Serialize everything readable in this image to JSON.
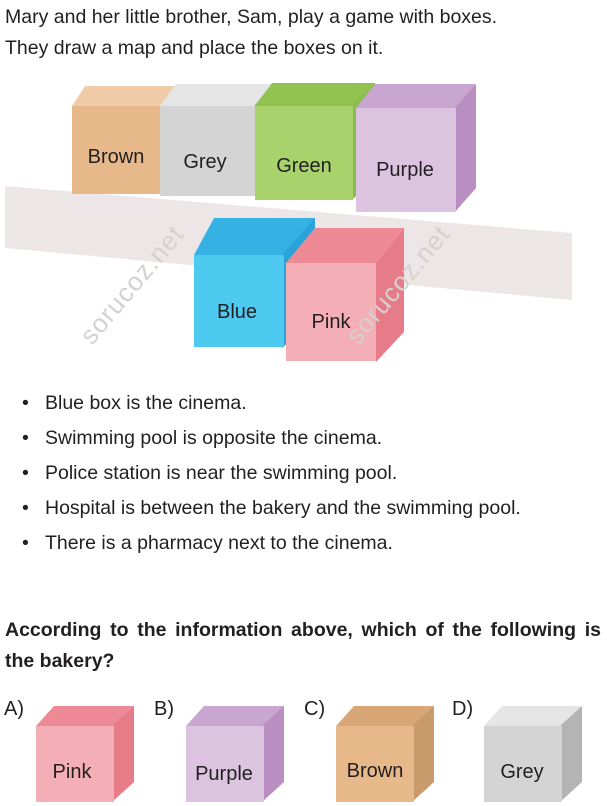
{
  "intro": {
    "line1": "Mary and her little brother, Sam, play a game with boxes.",
    "line2": "They draw a map and place the boxes on it."
  },
  "map": {
    "watermark": "sorucoz.net",
    "back_row": [
      {
        "label": "Brown",
        "color": "#e7b98a"
      },
      {
        "label": "Grey",
        "color": "#d3d4d3"
      },
      {
        "label": "Green",
        "color": "#a8d26b"
      },
      {
        "label": "Purple",
        "color": "#dcc3e0"
      }
    ],
    "front_row": [
      {
        "label": "Blue",
        "color": "#4ec9ef"
      },
      {
        "label": "Pink",
        "color": "#f3aeb6"
      }
    ]
  },
  "clues": [
    "Blue box is the cinema.",
    "Swimming pool is opposite the cinema.",
    "Police station is near the swimming pool.",
    "Hospital is between the bakery and the swimming pool.",
    "There is a pharmacy next to the cinema."
  ],
  "bullet": "•",
  "question": "According to the information above, which of the following is the bakery?",
  "options": [
    {
      "letter": "A)",
      "label": "Pink",
      "color": "#f3aeb6"
    },
    {
      "letter": "B)",
      "label": "Purple",
      "color": "#dcc3e0"
    },
    {
      "letter": "C)",
      "label": "Brown",
      "color": "#e7b98a"
    },
    {
      "letter": "D)",
      "label": "Grey",
      "color": "#d3d4d3"
    }
  ]
}
